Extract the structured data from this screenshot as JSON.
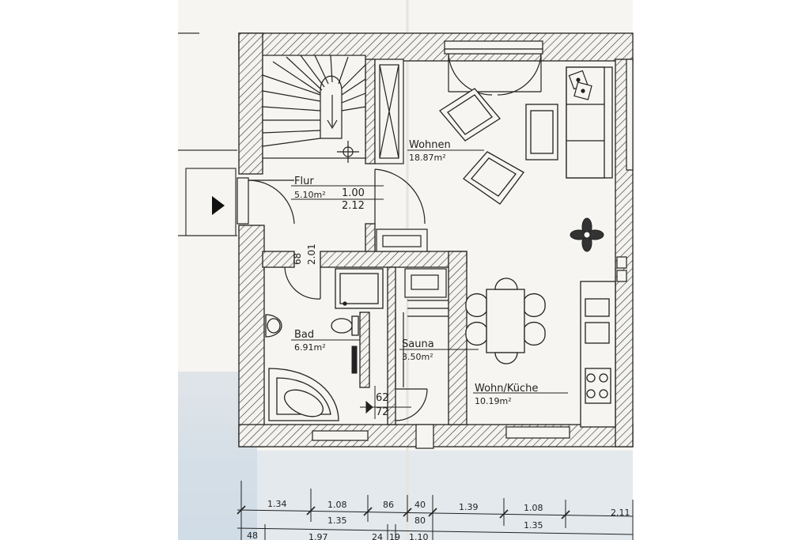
{
  "rooms": {
    "flur": {
      "name": "Flur",
      "area": "5.10m²",
      "dim_top": "1.00",
      "dim_bottom": "2.12"
    },
    "wohnen": {
      "name": "Wohnen",
      "area": "18.87m²"
    },
    "bad": {
      "name": "Bad",
      "area": "6.91m²"
    },
    "sauna": {
      "name": "Sauna",
      "area": "3.50m²"
    },
    "wohnkueche": {
      "name": "Wohn/Küche",
      "area": "10.19m²"
    }
  },
  "door_dims": {
    "bad_door_width": "68",
    "bad_door_height": "2.01",
    "sauna_door_width": "62",
    "sauna_door_height": "72"
  },
  "bottom_dims": {
    "row1": [
      "1.34",
      "1.08",
      "86",
      "40",
      "1.39",
      "1.08",
      "2.11"
    ],
    "row2": [
      "1.35",
      "80",
      "1.35"
    ],
    "row3": [
      "48",
      "1.97",
      "24",
      "19",
      "1.10"
    ]
  },
  "colors": {
    "line": "#222222",
    "paper": "#f6f5f1",
    "shadow": "#cfdbe4"
  }
}
